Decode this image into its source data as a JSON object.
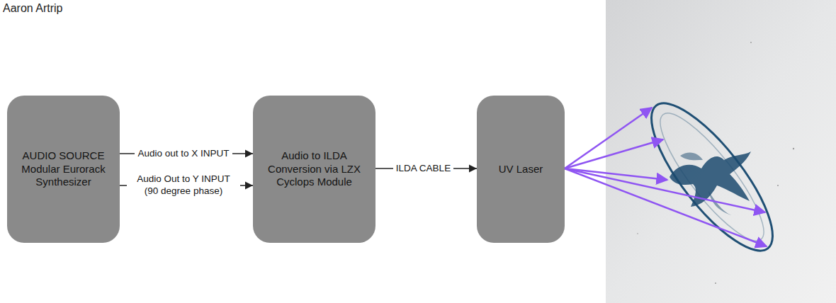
{
  "diagram": {
    "nodes": [
      {
        "text": [
          "AUDIO SOURCE Modular Eurorack Synthesizer"
        ]
      },
      {
        "text": [
          "Audio to ILDA Conversion via LZX Cyclops Module"
        ]
      },
      {
        "text": [
          "UV Laser"
        ]
      }
    ],
    "edges": [
      {
        "from": 0,
        "to": 1,
        "label": "Audio out to X INPUT",
        "arrow": "to"
      },
      {
        "from": 0,
        "to": 1,
        "label": "Audio Out to Y INPUT (90 degree phase)",
        "arrow": "to"
      },
      {
        "from": 1,
        "to": 2,
        "label": "ILDA CABLE",
        "arrow": "to"
      }
    ],
    "labels": [
      "Aaron Artrip"
    ]
  }
}
